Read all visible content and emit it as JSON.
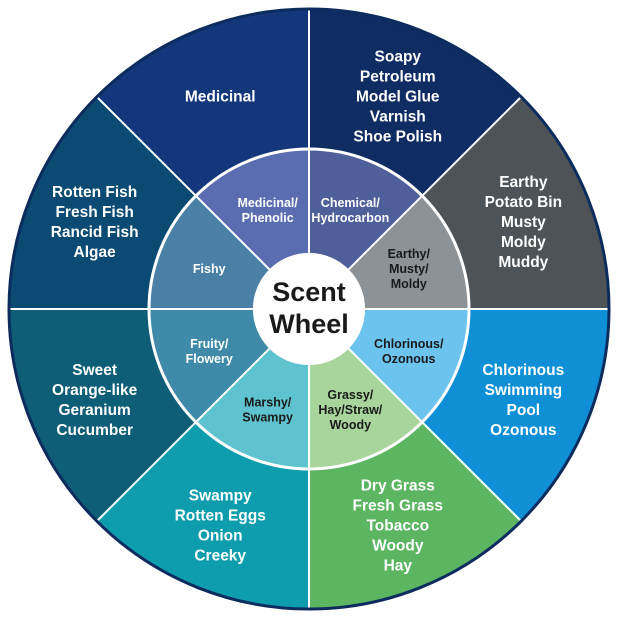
{
  "title": [
    "Scent",
    "Wheel"
  ],
  "colors": {
    "border": "#0d2c5e",
    "center_fill": "#ffffff",
    "center_text": "#1a1a1a",
    "divider": "#ffffff"
  },
  "segments": [
    {
      "name": "chemical",
      "outer_color": "#0f2d63",
      "inner_color": "#4f5f9a",
      "inner_text_color": "#ffffff",
      "inner_label": [
        "Chemical/",
        "Hydrocarbon"
      ],
      "outer_label": [
        "Soapy",
        "Petroleum",
        "Model Glue",
        "Varnish",
        "Shoe Polish"
      ]
    },
    {
      "name": "earthy",
      "outer_color": "#4d5357",
      "inner_color": "#8c9296",
      "inner_text_color": "#1a1a1a",
      "inner_label": [
        "Earthy/",
        "Musty/",
        "Moldy"
      ],
      "outer_label": [
        "Earthy",
        "Potato Bin",
        "Musty",
        "Moldy",
        "Muddy"
      ]
    },
    {
      "name": "chlorinous",
      "outer_color": "#0f90d6",
      "inner_color": "#6cc3ee",
      "inner_text_color": "#1a1a1a",
      "inner_label": [
        "Chlorinous/",
        "Ozonous"
      ],
      "outer_label": [
        "Chlorinous",
        "Swimming",
        "Pool",
        "Ozonous"
      ]
    },
    {
      "name": "grassy",
      "outer_color": "#5cb560",
      "inner_color": "#a8d59b",
      "inner_text_color": "#1a1a1a",
      "inner_label": [
        "Grassy/",
        "Hay/Straw/",
        "Woody"
      ],
      "outer_label": [
        "Dry Grass",
        "Fresh Grass",
        "Tobacco",
        "Woody",
        "Hay"
      ]
    },
    {
      "name": "marshy",
      "outer_color": "#0e9dad",
      "inner_color": "#5ec3cf",
      "inner_text_color": "#1a1a1a",
      "inner_label": [
        "Marshy/",
        "Swampy"
      ],
      "outer_label": [
        "Swampy",
        "Rotten Eggs",
        "Onion",
        "Creeky"
      ]
    },
    {
      "name": "fruity",
      "outer_color": "#0e5e78",
      "inner_color": "#3e8aa8",
      "inner_text_color": "#ffffff",
      "inner_label": [
        "Fruity/",
        "Flowery"
      ],
      "outer_label": [
        "Sweet",
        "Orange-like",
        "Geranium",
        "Cucumber"
      ]
    },
    {
      "name": "fishy",
      "outer_color": "#0b4a72",
      "inner_color": "#4a80a6",
      "inner_text_color": "#ffffff",
      "inner_label": [
        "Fishy"
      ],
      "outer_label": [
        "Rotten Fish",
        "Fresh Fish",
        "Rancid Fish",
        "Algae"
      ]
    },
    {
      "name": "medicinal",
      "outer_color": "#13377a",
      "inner_color": "#5a6db0",
      "inner_text_color": "#ffffff",
      "inner_label": [
        "Medicinal/",
        "Phenolic"
      ],
      "outer_label": [
        "Medicinal"
      ]
    }
  ]
}
